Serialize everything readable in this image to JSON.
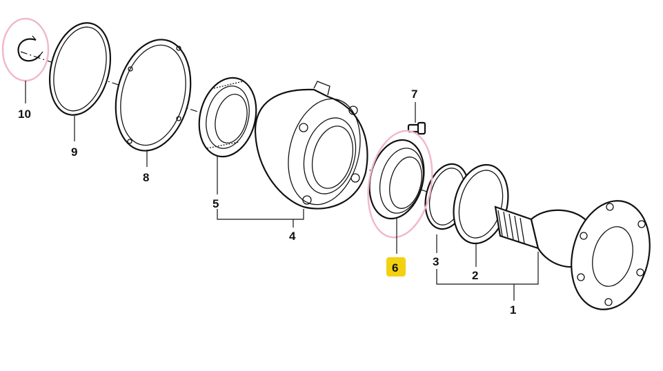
{
  "diagram": {
    "labels": {
      "p1": "1",
      "p2": "2",
      "p3": "3",
      "p4": "4",
      "p5": "5",
      "p6": "6",
      "p7": "7",
      "p8": "8",
      "p9": "9",
      "p10": "10"
    },
    "highlighted_part": "6",
    "colors": {
      "highlight_circle": "#f1b8cb",
      "highlight_badge": "#f3d112",
      "line": "#111111"
    }
  }
}
